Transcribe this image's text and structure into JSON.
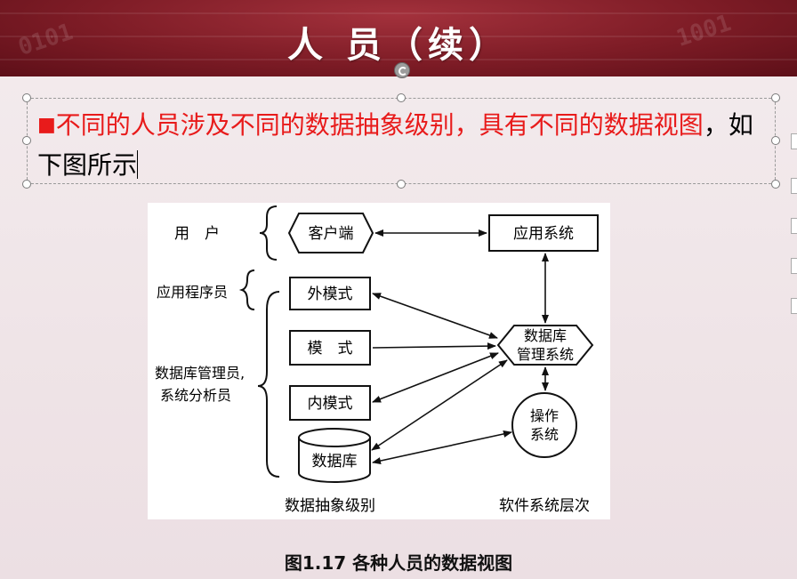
{
  "slide": {
    "title": "人 员（续）",
    "bullet_symbol": "■",
    "body_red": "不同的人员涉及不同的数据抽象级别，具有不同的数据视图",
    "body_black": "，如下图所示",
    "caption": "图1.17  各种人员的数据视图"
  },
  "diagram": {
    "roles": {
      "user": "用　户",
      "programmer": "应用程序员",
      "dba_line1": "数据库管理员,",
      "dba_line2": "系统分析员"
    },
    "levels": {
      "client": "客户端",
      "external_schema": "外模式",
      "schema": "模　式",
      "internal_schema": "内模式",
      "database": "数据库"
    },
    "systems": {
      "app_system": "应用系统",
      "dbms_line1": "数据库",
      "dbms_line2": "管理系统",
      "os_line1": "操作",
      "os_line2": "系统"
    },
    "column_labels": {
      "left": "数据抽象级别",
      "right": "软件系统层次"
    }
  },
  "colors": {
    "header": "#7e1c26",
    "accent_red": "#e81b1b",
    "text_black": "#000000"
  }
}
